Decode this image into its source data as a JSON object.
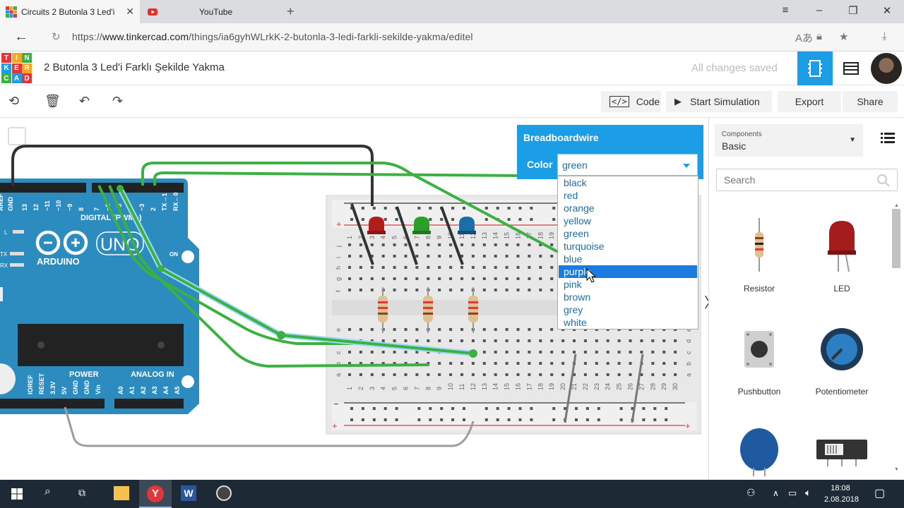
{
  "browser": {
    "tabs": [
      {
        "title": "Circuits 2 Butonla 3 Led'i",
        "active": true
      },
      {
        "title": "YouTube",
        "active": false
      }
    ],
    "url_prefix": "https://",
    "url_host": "www.tinkercad.com",
    "url_path": "/things/ia6gyhWLrkK-2-butonla-3-ledi-farkli-sekilde-yakma/editel"
  },
  "header": {
    "logo_letters": [
      "T",
      "I",
      "N",
      "K",
      "E",
      "R",
      "C",
      "A",
      "D"
    ],
    "title": "2 Butonla 3 Led'i Farklı Şekilde Yakma",
    "save_status": "All changes saved"
  },
  "toolbar": {
    "code_label": "Code",
    "simulate_label": "Start Simulation",
    "export_label": "Export",
    "share_label": "Share"
  },
  "arduino": {
    "brand": "ARDUINO",
    "model": "UNO",
    "digital_label": "DIGITAL (PWM~)",
    "power_label": "POWER",
    "analog_label": "ANALOG IN",
    "on_label": "ON",
    "top_pins": [
      "AREF",
      "GND",
      "13",
      "12",
      "~11",
      "~10",
      "~9",
      "8",
      "7",
      "~6",
      "~5",
      "4",
      "~3",
      "2",
      "TX→1",
      "RX←0"
    ],
    "bottom_pins": [
      "IOREF",
      "RESET",
      "3.3V",
      "5V",
      "GND",
      "GND",
      "Vin",
      "A0",
      "A1",
      "A2",
      "A3",
      "A4",
      "A5"
    ],
    "side_labels": [
      "L",
      "TX",
      "RX"
    ]
  },
  "breadboard": {
    "row_letters_top": [
      "j",
      "i",
      "h",
      "g",
      "f"
    ],
    "row_letters_bottom": [
      "e",
      "d",
      "c",
      "b",
      "a"
    ],
    "column_numbers": [
      "1",
      "2",
      "3",
      "4",
      "5",
      "6",
      "7",
      "8",
      "9",
      "10",
      "11",
      "12",
      "13",
      "14",
      "15",
      "16",
      "17",
      "18",
      "19",
      "20",
      "21",
      "22",
      "23",
      "24",
      "25",
      "26",
      "27",
      "28",
      "29",
      "30"
    ],
    "rail_minus": "−",
    "rail_plus": "+"
  },
  "inspector": {
    "title": "Breadboardwire",
    "color_label": "Color",
    "selected_value": "green",
    "options": [
      "black",
      "red",
      "orange",
      "yellow",
      "green",
      "turquoise",
      "blue",
      "purple",
      "pink",
      "brown",
      "grey",
      "white"
    ],
    "highlighted_option": "purple"
  },
  "components_panel": {
    "category_label": "Components",
    "category_value": "Basic",
    "search_placeholder": "Search",
    "items": [
      {
        "name": "Resistor",
        "icon": "resistor-icon"
      },
      {
        "name": "LED",
        "icon": "led-icon"
      },
      {
        "name": "Pushbutton",
        "icon": "pushbutton-icon"
      },
      {
        "name": "Potentiometer",
        "icon": "potentiometer-icon"
      }
    ]
  },
  "taskbar": {
    "time": "18:08",
    "date": "2.08.2018"
  },
  "colors": {
    "accent": "#1b9ee5",
    "arduino_board": "#2d8cbf",
    "wire_green": "#3cb043",
    "wire_dark": "#333333"
  }
}
